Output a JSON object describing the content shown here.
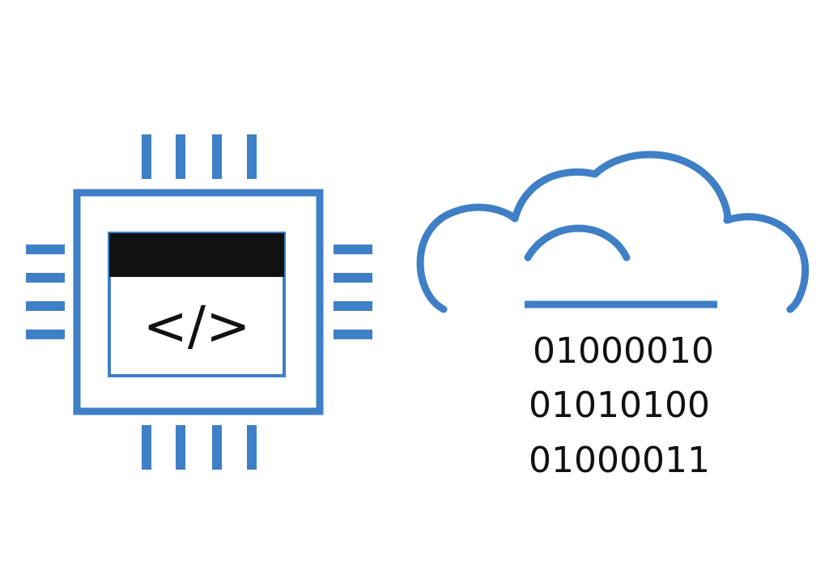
{
  "colors": {
    "accent": "#3f7fc6",
    "ink": "#111111",
    "background": "#ffffff"
  },
  "chip": {
    "icon": "microchip-icon",
    "code_symbol": "</>"
  },
  "cloud": {
    "icon": "cloud-icon",
    "binary_lines": [
      "01000010",
      "01010100",
      "01000011"
    ]
  }
}
